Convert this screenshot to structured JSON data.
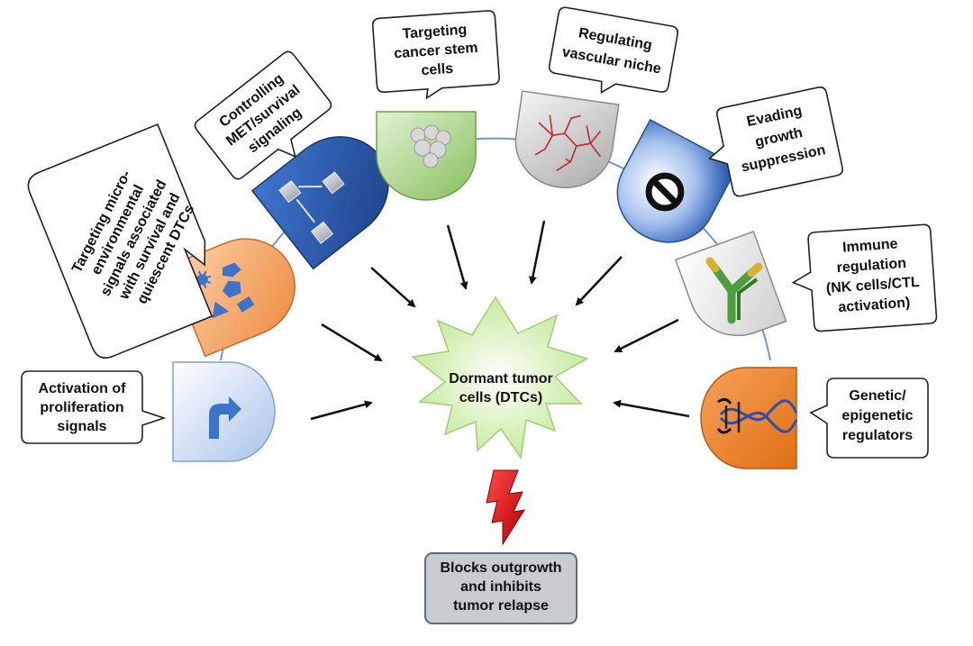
{
  "center": {
    "line1": "Dormant tumor",
    "line2": "cells (DTCs)"
  },
  "outcome": {
    "line1": "Blocks outgrowth",
    "line2": "and inhibits",
    "line3": "tumor relapse"
  },
  "callouts": [
    {
      "id": "proliferation",
      "lines": [
        "Activation of",
        "proliferation",
        "signals"
      ],
      "color": "#c9daf2"
    },
    {
      "id": "microenvironment",
      "lines": [
        "Targeting micro-",
        "environmental",
        "signals associated",
        "with survival and",
        "quiescent DTCs"
      ],
      "color": "#f4a466"
    },
    {
      "id": "met-survival",
      "lines": [
        "Controlling",
        "MET/survival",
        "signaling"
      ],
      "color": "#2f5fae"
    },
    {
      "id": "cancer-stem",
      "lines": [
        "Targeting",
        "cancer stem",
        "cells"
      ],
      "color": "#a8cf86"
    },
    {
      "id": "vascular",
      "lines": [
        "Regulating",
        "vascular niche"
      ],
      "color": "#cfcfcf"
    },
    {
      "id": "growth-suppression",
      "lines": [
        "Evading",
        "growth",
        "suppression"
      ],
      "color": "#5b86d6"
    },
    {
      "id": "immune",
      "lines": [
        "Immune",
        "regulation",
        "(NK cells/CTL",
        "activation)"
      ],
      "color": "#e2e2e2"
    },
    {
      "id": "genetic",
      "lines": [
        "Genetic/",
        "epigenetic",
        "regulators"
      ],
      "color": "#ef8430"
    }
  ]
}
